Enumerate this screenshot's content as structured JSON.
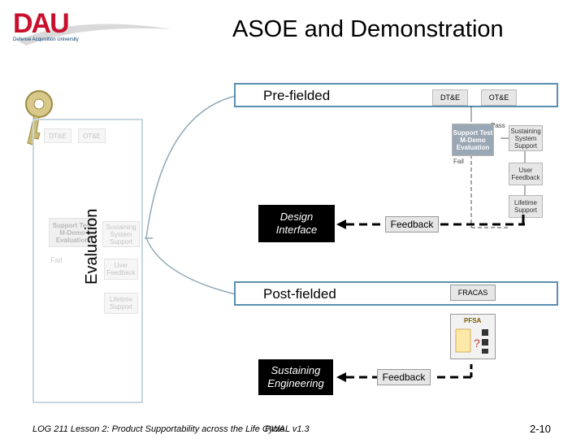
{
  "header": {
    "logo_text": "DAU",
    "logo_subtitle": "Defense Acquisition University",
    "title": "ASOE and Demonstration"
  },
  "side_panel": {
    "vertical_label": "Evaluation",
    "tags": [
      "DT&E",
      "OT&E"
    ],
    "nodes": {
      "support_test": "Support Test M-Demo Evaluation",
      "sustaining": "Sustaining System Support",
      "user_feedback": "User Feedback",
      "lifetime": "Lifetime Support"
    },
    "fail_label": "Fail"
  },
  "prefielded": {
    "label": "Pre-fielded",
    "tags": [
      "DT&E",
      "OT&E"
    ],
    "pass_label": "Pass",
    "fail_label": "Fail",
    "nodes": {
      "support_test": "Support Test M-Demo Evaluation",
      "sustaining": "Sustaining System Support",
      "user_feedback": "User Feedback",
      "lifetime": "Lifetime Support"
    }
  },
  "design_interface": {
    "label": "Design Interface",
    "feedback": "Feedback"
  },
  "postfielded": {
    "label": "Post-fielded",
    "tag": "FRACAS",
    "chart_label": "PFSA"
  },
  "sustaining_engineering": {
    "label": "Sustaining Engineering",
    "feedback": "Feedback"
  },
  "footer": {
    "course": "LOG 211 Lesson 2: Product Supportability across the Life Cycle",
    "version": "PWAL v1.3",
    "page": "2-10"
  },
  "colors": {
    "band_border": "#5a8fb0",
    "logo_red": "#c8102e",
    "logo_blue": "#003a70"
  }
}
